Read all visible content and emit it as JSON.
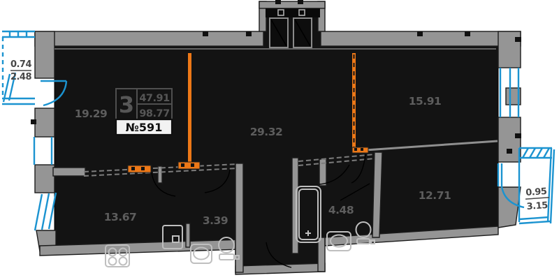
{
  "plan": {
    "title": "apartment-floor-plan",
    "unit_number": "№591",
    "rooms_count": "3",
    "living_area": "47.91",
    "total_area": "98.77",
    "rooms": [
      {
        "id": "room-1",
        "area": "19.29"
      },
      {
        "id": "hallway",
        "area": "29.32"
      },
      {
        "id": "room-2",
        "area": "15.91"
      },
      {
        "id": "kitchen",
        "area": "13.67"
      },
      {
        "id": "wc",
        "area": "3.39"
      },
      {
        "id": "bathroom",
        "area": "4.48"
      },
      {
        "id": "room-3",
        "area": "12.71"
      }
    ],
    "balconies": [
      {
        "side": "left",
        "reduced_area": "0.74",
        "full_area": "2.48"
      },
      {
        "side": "right",
        "reduced_area": "0.95",
        "full_area": "3.15"
      }
    ],
    "colors": {
      "wall_gray": "#959595",
      "interior_dark": "#131313",
      "partition_orange": "#ED7817",
      "balcony_blue": "#1B93D0",
      "label_gray": "#5d5d5d",
      "unit_box_bg": "#f2f2f2"
    }
  }
}
